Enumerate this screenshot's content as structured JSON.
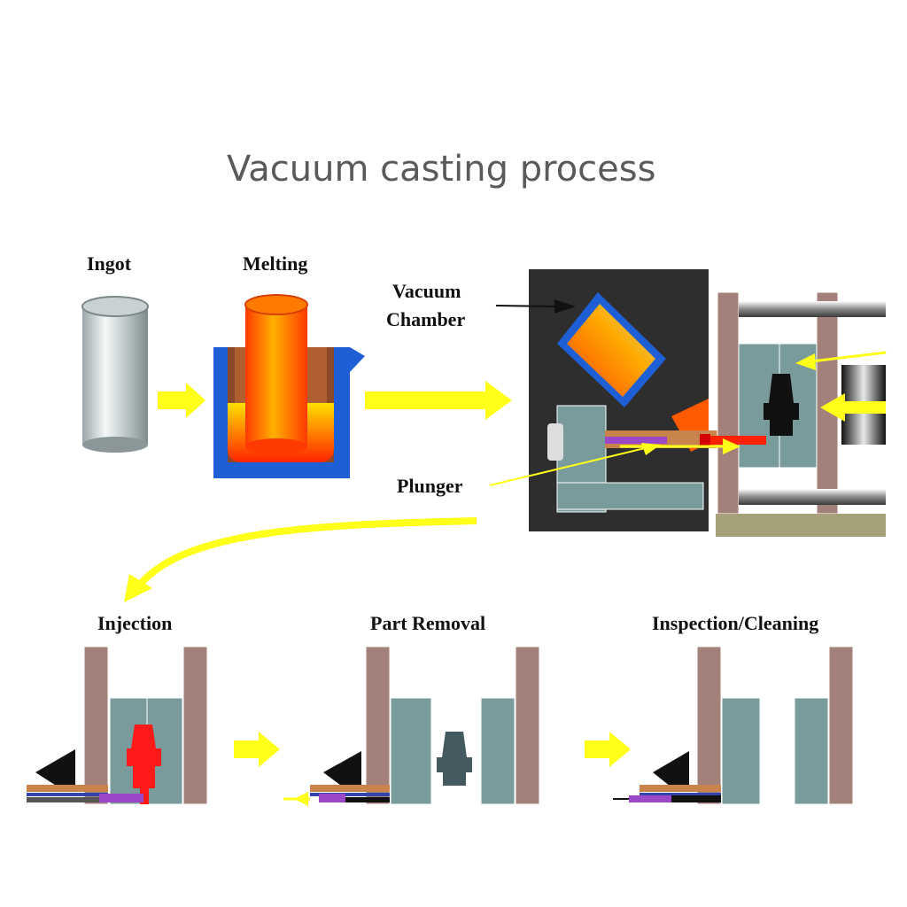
{
  "title": "Vacuum casting process",
  "labels": {
    "ingot": "Ingot",
    "melting": "Melting",
    "vacuum_chamber_line1": "Vacuum",
    "vacuum_chamber_line2": "Chamber",
    "plunger": "Plunger",
    "injection": "Injection",
    "part_removal": "Part Removal",
    "inspection_cleaning": "Inspection/Cleaning"
  },
  "colors": {
    "arrow": "#ffff1a",
    "chamber": "#2e2e2e",
    "platen": "#a3807a",
    "mold": "#7a9b9b",
    "molten": "#ff4400",
    "crucible": "#1f5fd6",
    "ground": "#a5a27a",
    "plunger": "#9a48c8",
    "shot_sleeve": "#c8844a"
  }
}
